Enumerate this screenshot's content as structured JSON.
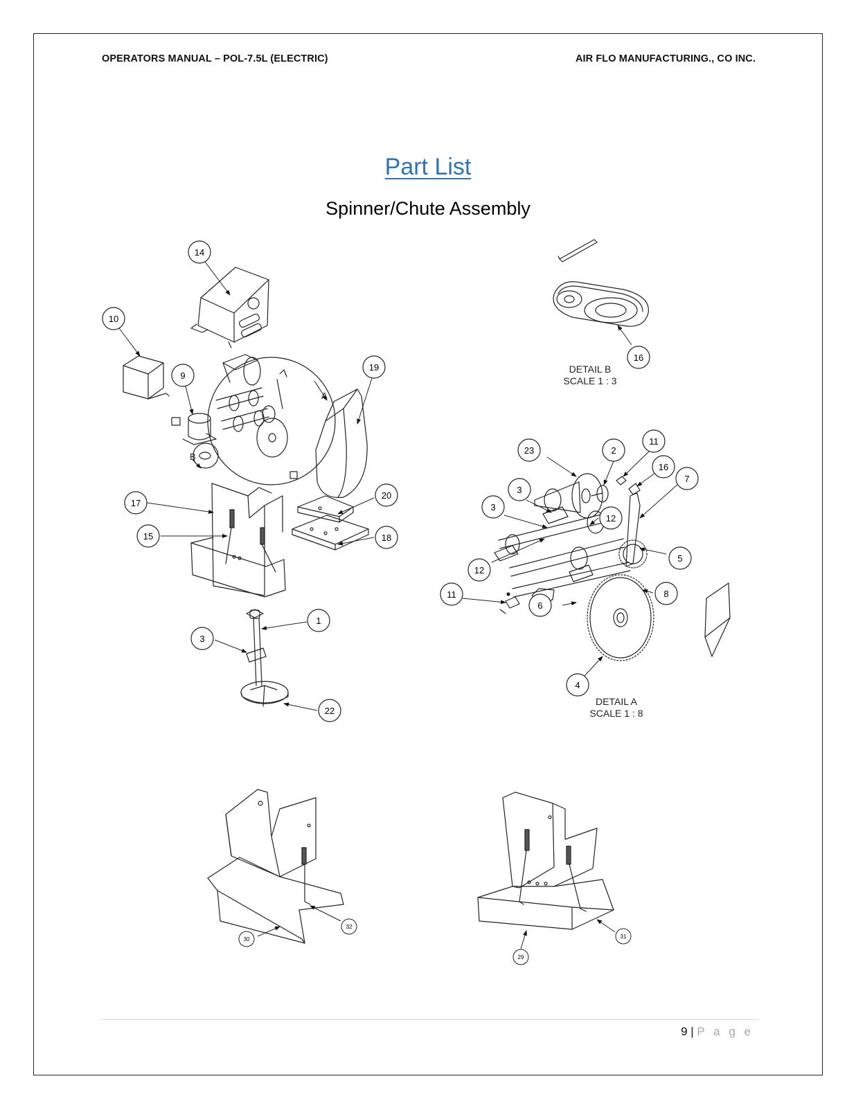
{
  "header": {
    "left": "OPERATORS MANUAL – POL-7.5L (ELECTRIC)",
    "right": "AIR FLO MANUFACTURING., CO INC."
  },
  "title": "Part List",
  "subtitle": "Spinner/Chute Assembly",
  "detail_b": {
    "name": "DETAIL B",
    "scale": "SCALE 1 : 3"
  },
  "detail_a": {
    "name": "DETAIL A",
    "scale": "SCALE 1 : 8"
  },
  "callouts": {
    "main": [
      "14",
      "10",
      "9",
      "19",
      "17",
      "15",
      "20",
      "18",
      "1",
      "3",
      "22"
    ],
    "detail_b": [
      "16"
    ],
    "detail_a": [
      "23",
      "2",
      "11",
      "16",
      "7",
      "3",
      "3",
      "12",
      "12",
      "5",
      "8",
      "11",
      "6",
      "4"
    ],
    "chutes": [
      "30",
      "32",
      "29",
      "31"
    ]
  },
  "view_letters": {
    "a": "A",
    "b": "B"
  },
  "footer": {
    "page_number": "9",
    "separator": "|",
    "page_label": "P a g e"
  }
}
